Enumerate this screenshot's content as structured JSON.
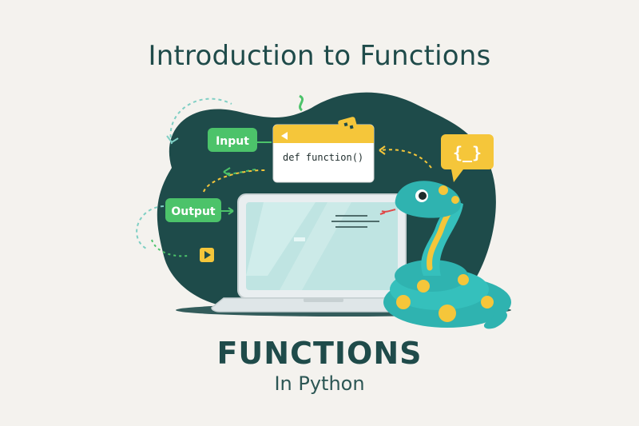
{
  "heading": "Introduction to Functions",
  "labels": {
    "input": "Input",
    "output": "Output",
    "code": "def function()",
    "braces": "{_}"
  },
  "footer": {
    "title": "FUNCTIONS",
    "subtitle": "In Python"
  },
  "colors": {
    "background": "#f4f2ee",
    "dark_teal": "#1e4b4a",
    "green": "#4cc36a",
    "yellow": "#f5c63a",
    "snake_teal": "#2fb3b0"
  }
}
